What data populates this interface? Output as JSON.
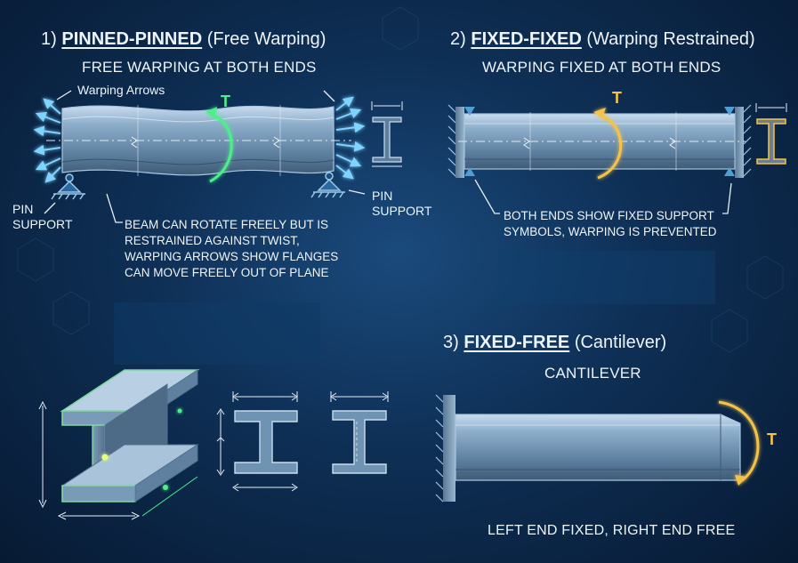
{
  "panel1": {
    "number": "1)",
    "title": "PINNED-PINNED",
    "qualifier": "(Free Warping)",
    "subtitle": "FREE WARPING AT BOTH ENDS",
    "warping_label": "Warping Arrows",
    "torque_label": "T",
    "pin_left": [
      "PIN",
      "SUPPORT"
    ],
    "pin_right": [
      "PIN",
      "SUPPORT"
    ],
    "note": [
      "BEAM CAN ROTATE FREELY BUT IS",
      "RESTRAINED AGAINST TWIST,",
      "WARPING ARROWS SHOW FLANGES",
      "CAN MOVE FREELY OUT OF PLANE"
    ]
  },
  "panel2": {
    "number": "2)",
    "title": "FIXED-FIXED",
    "qualifier": "(Warping Restrained)",
    "subtitle": "WARPING FIXED AT BOTH ENDS",
    "torque_label": "T",
    "note": [
      "BOTH ENDS SHOW FIXED SUPPORT",
      "SYMBOLS, WARPING IS PREVENTED"
    ]
  },
  "panel3": {
    "number": "3)",
    "title": "FIXED-FREE",
    "qualifier": "(Cantilever)",
    "subtitle": "CANTILEVER",
    "torque_label": "T",
    "note": "LEFT END FIXED, RIGHT END FREE"
  },
  "colors": {
    "accent_green": "#4cf08a",
    "accent_gold": "#f5c24a",
    "arrow_blue": "#7fd3ff",
    "steel": "#6f93b3"
  }
}
